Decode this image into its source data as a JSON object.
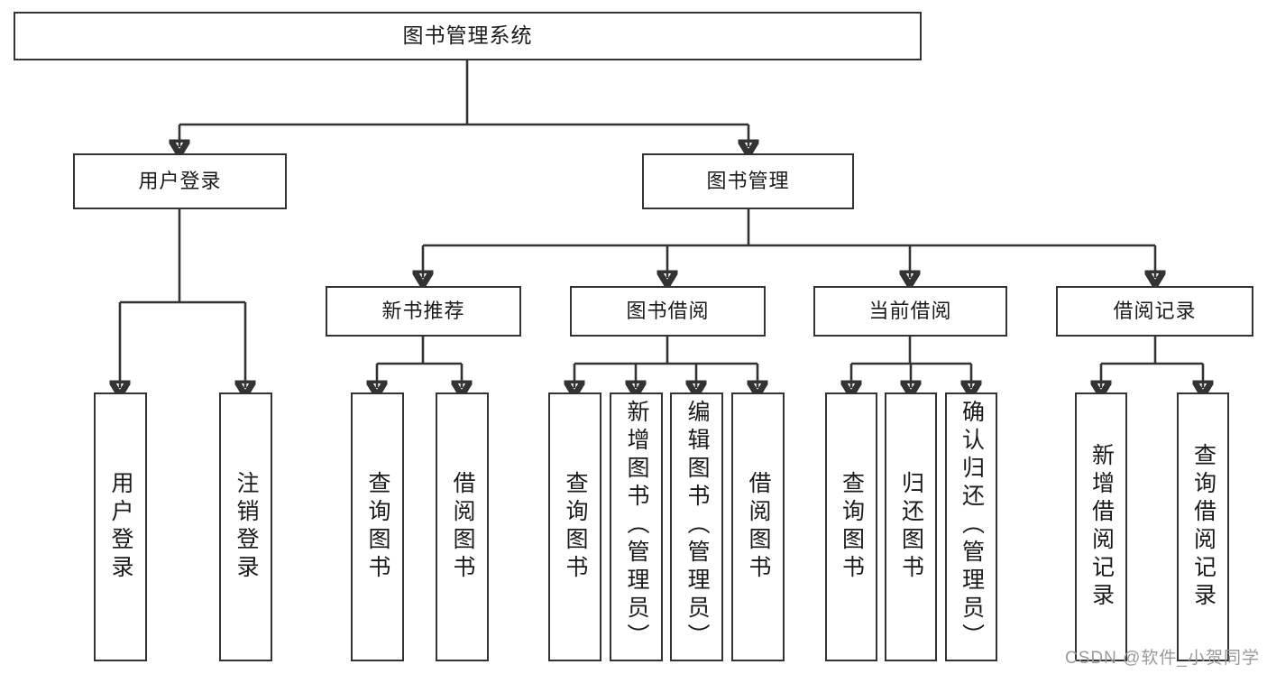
{
  "diagram": {
    "title": "图书管理系统",
    "type": "tree-hierarchy-chart",
    "root": {
      "label": "图书管理系统"
    },
    "level2": [
      {
        "label": "用户登录"
      },
      {
        "label": "图书管理"
      }
    ],
    "level3": [
      {
        "label": "新书推荐"
      },
      {
        "label": "图书借阅"
      },
      {
        "label": "当前借阅"
      },
      {
        "label": "借阅记录"
      }
    ],
    "leaves": {
      "user_login": [
        {
          "label": "用户登录"
        },
        {
          "label": "注销登录"
        }
      ],
      "new_book_recommend": [
        {
          "label": "查询图书"
        },
        {
          "label": "借阅图书"
        }
      ],
      "book_borrow": [
        {
          "label": "查询图书"
        },
        {
          "label": "新增图书（管理员）"
        },
        {
          "label": "编辑图书（管理员）"
        },
        {
          "label": "借阅图书"
        }
      ],
      "current_borrow": [
        {
          "label": "查询图书"
        },
        {
          "label": "归还图书"
        },
        {
          "label": "确认归还（管理员）"
        }
      ],
      "borrow_record": [
        {
          "label": "新增借阅记录"
        },
        {
          "label": "查询借阅记录"
        }
      ]
    }
  },
  "watermark": {
    "text": "CSDN @软件_小贺同学"
  },
  "colors": {
    "stroke": "#333333",
    "background": "#ffffff",
    "text": "#1a1a1a",
    "watermark": "#9a9a9a"
  }
}
